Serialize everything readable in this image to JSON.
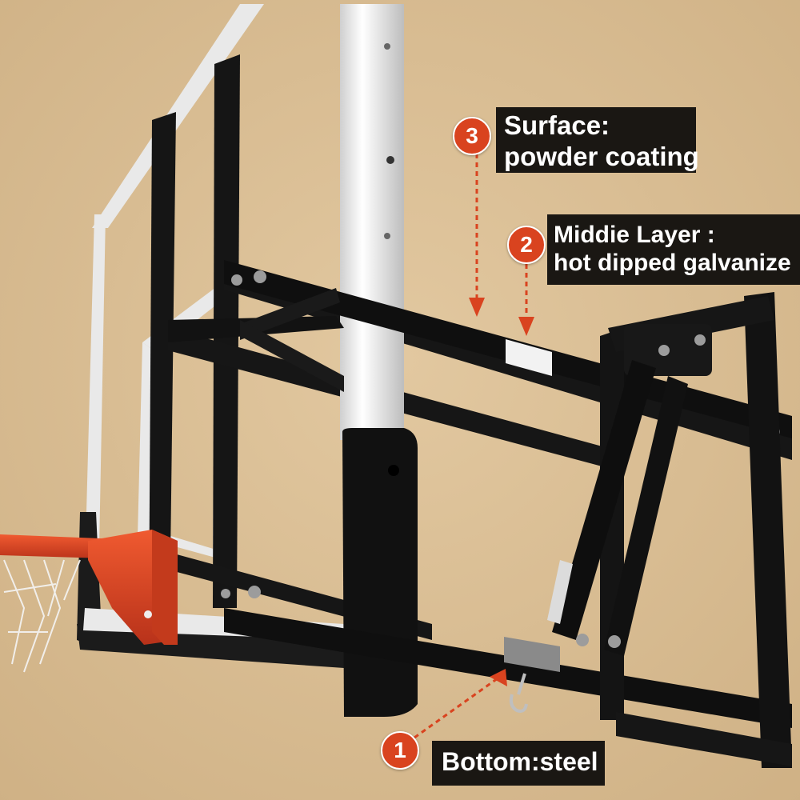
{
  "colors": {
    "wall": "#d8bd93",
    "frame": "#141414",
    "backboard_border": "#e8e8e8",
    "rim": "#e0451f",
    "badge": "#d9431f",
    "label_background": "#1a1713",
    "galvanized_band": "#f2f2f2",
    "steel_band": "#8a8a8a"
  },
  "callouts": [
    {
      "number": "3",
      "lines": [
        "Surface:",
        "powder coating"
      ]
    },
    {
      "number": "2",
      "lines": [
        "Middie Layer :",
        " hot dipped galvanize"
      ]
    },
    {
      "number": "1",
      "lines": [
        "Bottom:steel"
      ]
    }
  ]
}
